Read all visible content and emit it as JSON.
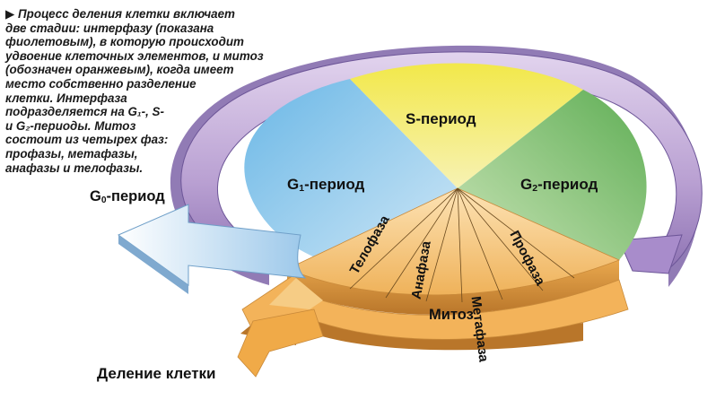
{
  "caption": "▶ Процесс деления клетки включает\nдве стадии: интерфазу (показана\nфиолетовым), в которую происходит\nудвоение клеточных элементов, и митоз\n(обозначен оранжевым), когда имеет\nместо собственно разделение\nклетки. Интерфаза\nподразделяется на G₁-, S-\nи G₂-периоды. Митоз\nсостоит из четырех фаз:\nпрофазы, метафазы,\nанафазы и телофазы.",
  "labels": {
    "g0_main": "G",
    "g0_sub": "0",
    "g0_suffix": "-период",
    "cell_division": "Деление клетки",
    "mitosis": "Митоз",
    "s_period": "S-период",
    "g1_main": "G",
    "g1_sub": "1",
    "g1_suffix": "-период",
    "g2_main": "G",
    "g2_sub": "2",
    "g2_suffix": "-период"
  },
  "phases": {
    "telophase": "Телофаза",
    "anaphase": "Анафаза",
    "metaphase": "Метафаза",
    "prophase": "Профаза"
  },
  "colors": {
    "interphase_ring": "#c9b3dd",
    "s_period": "#eee14a",
    "g1_period": "#7fc3e8",
    "g2_period": "#7fbf6a",
    "mitosis": "#f4c071",
    "g0_arrow": "#b7d6ee"
  }
}
